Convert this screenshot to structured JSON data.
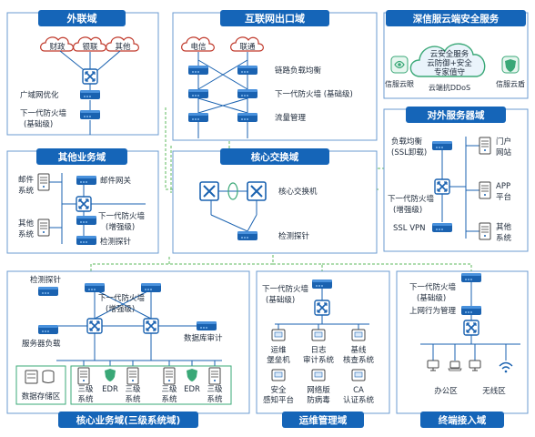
{
  "domains": {
    "external": {
      "title": "外联域",
      "clouds": [
        "财政",
        "银联",
        "其他"
      ],
      "labels": {
        "wan": "广域网优化",
        "fw_line1": "下一代防火墙",
        "fw_line2": "(基础级)"
      }
    },
    "internet": {
      "title": "互联网出口域",
      "clouds": [
        "电信",
        "联通"
      ],
      "labels": {
        "lb": "链路负载均衡",
        "fw": "下一代防火墙 (基础级)",
        "flow": "流量管理"
      }
    },
    "cloud_security": {
      "title": "深信服云端安全服务",
      "cloud_lines": [
        "云安全服务",
        "云防御+安全",
        "专家值守"
      ],
      "services": {
        "left": "信服云眼",
        "center": "云端抗DDoS",
        "right": "信服云盾"
      }
    },
    "other_business": {
      "title": "其他业务域",
      "labels": {
        "mail_sys_1": "邮件",
        "mail_sys_2": "系统",
        "mail_gw": "邮件网关",
        "other_sys_1": "其他",
        "other_sys_2": "系统",
        "fw_line1": "下一代防火墙",
        "fw_line2": "(增强级)",
        "probe": "检测探针"
      }
    },
    "core_switch": {
      "title": "核心交换域",
      "labels": {
        "core": "核心交换机",
        "probe": "检测探针"
      }
    },
    "external_servers": {
      "title": "对外服务器域",
      "labels": {
        "lb_line1": "负载均衡",
        "lb_line2": "(SSL卸载)",
        "fw_line1": "下一代防火墙",
        "fw_line2": "(增强级)",
        "vpn": "SSL VPN",
        "portal_1": "门户",
        "portal_2": "网站",
        "app_1": "APP",
        "app_2": "平台",
        "other_1": "其他",
        "other_2": "系统"
      }
    },
    "core_business": {
      "title": "核心业务域(三级系统域)",
      "labels": {
        "probe": "检测探针",
        "fw_line1": "下一代防火墙",
        "fw_line2": "(增强级)",
        "server_lb": "服务器负载",
        "db_audit": "数据库审计",
        "storage": "数据存储区"
      },
      "systems": [
        {
          "l1": "三级",
          "l2": "系统"
        },
        {
          "l1": "EDR",
          "l2": ""
        },
        {
          "l1": "三级",
          "l2": "系统"
        },
        {
          "l1": "三级",
          "l2": "系统"
        },
        {
          "l1": "EDR",
          "l2": ""
        },
        {
          "l1": "三级",
          "l2": "系统"
        }
      ]
    },
    "ops": {
      "title": "运维管理域",
      "labels": {
        "fw_line1": "下一代防火墙",
        "fw_line2": "(基础级)"
      },
      "items": [
        {
          "l1": "运维",
          "l2": "堡垒机"
        },
        {
          "l1": "日志",
          "l2": "审计系统"
        },
        {
          "l1": "基线",
          "l2": "核查系统"
        },
        {
          "l1": "安全",
          "l2": "感知平台"
        },
        {
          "l1": "网络版",
          "l2": "防病毒"
        },
        {
          "l1": "CA",
          "l2": "认证系统"
        }
      ]
    },
    "terminal": {
      "title": "终端接入域",
      "labels": {
        "fw_line1": "下一代防火墙",
        "fw_line2": "(基础级)",
        "behavior": "上网行为管理",
        "office": "办公区",
        "wireless": "无线区"
      }
    }
  },
  "colors": {
    "header_bg": "#1565b8",
    "panel_border": "#6b9bd1",
    "device": "#1a62b0",
    "link_dash": "#5cb85c",
    "accent_green": "#3aa877",
    "text": "#1e2a3a"
  }
}
